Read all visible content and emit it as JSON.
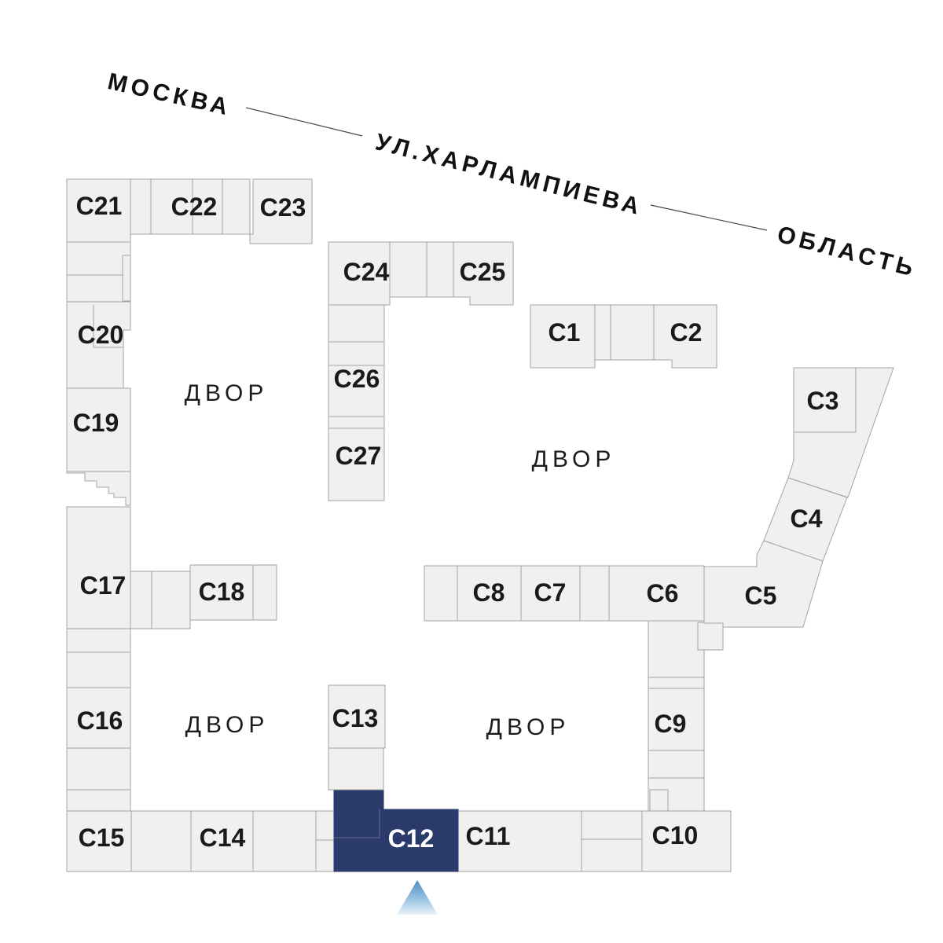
{
  "streets": {
    "left_label": "МОСКВА",
    "street_label": "УЛ.ХАРЛАМПИЕВА",
    "right_label": "ОБЛАСТЬ"
  },
  "courtyards": [
    "ДВОР",
    "ДВОР",
    "ДВОР",
    "ДВОР"
  ],
  "buildings": {
    "c1": {
      "label": "С1",
      "selected": false
    },
    "c2": {
      "label": "С2",
      "selected": false
    },
    "c3": {
      "label": "С3",
      "selected": false
    },
    "c4": {
      "label": "С4",
      "selected": false
    },
    "c5": {
      "label": "С5",
      "selected": false
    },
    "c6": {
      "label": "С6",
      "selected": false
    },
    "c7": {
      "label": "С7",
      "selected": false
    },
    "c8": {
      "label": "С8",
      "selected": false
    },
    "c9": {
      "label": "С9",
      "selected": false
    },
    "c10": {
      "label": "С10",
      "selected": false
    },
    "c11": {
      "label": "С11",
      "selected": false
    },
    "c12": {
      "label": "С12",
      "selected": true
    },
    "c13": {
      "label": "С13",
      "selected": false
    },
    "c14": {
      "label": "С14",
      "selected": false
    },
    "c15": {
      "label": "С15",
      "selected": false
    },
    "c16": {
      "label": "С16",
      "selected": false
    },
    "c17": {
      "label": "С17",
      "selected": false
    },
    "c18": {
      "label": "С18",
      "selected": false
    },
    "c19": {
      "label": "С19",
      "selected": false
    },
    "c20": {
      "label": "С20",
      "selected": false
    },
    "c21": {
      "label": "С21",
      "selected": false
    },
    "c22": {
      "label": "С22",
      "selected": false
    },
    "c23": {
      "label": "С23",
      "selected": false
    },
    "c24": {
      "label": "С24",
      "selected": false
    },
    "c25": {
      "label": "С25",
      "selected": false
    },
    "c26": {
      "label": "С26",
      "selected": false
    },
    "c27": {
      "label": "С27",
      "selected": false
    }
  },
  "marker": {
    "points_to": "С12"
  },
  "colors": {
    "background": "#FFFFFF",
    "building_fill": "#F1F0EF",
    "building_border": "#A3A3A3",
    "selected_fill": "#2A3B6B",
    "label_color": "#1A1A1A",
    "selected_label_color": "#FFFFFF",
    "marker_top": "#4A8FC4",
    "marker_bottom": "#E9F3FA"
  }
}
